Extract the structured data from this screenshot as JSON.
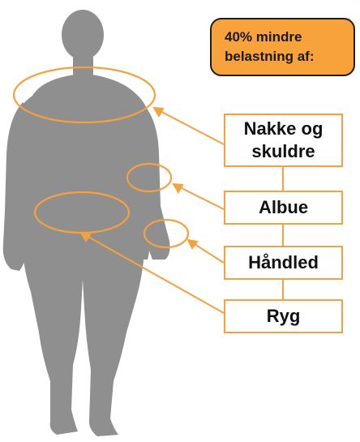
{
  "colors": {
    "accent": "#f4a13f",
    "callout_fill": "#f7a23a",
    "silhouette": "#8f8f8f",
    "text": "#111111"
  },
  "callout": {
    "line1": "40% mindre",
    "line2": "belastning af:"
  },
  "labels": {
    "neck_shoulders_line1": "Nakke og",
    "neck_shoulders_line2": "skuldre",
    "elbow": "Albue",
    "wrist": "Håndled",
    "back": "Ryg"
  },
  "icons": {
    "figure": "human-silhouette-back-view"
  }
}
